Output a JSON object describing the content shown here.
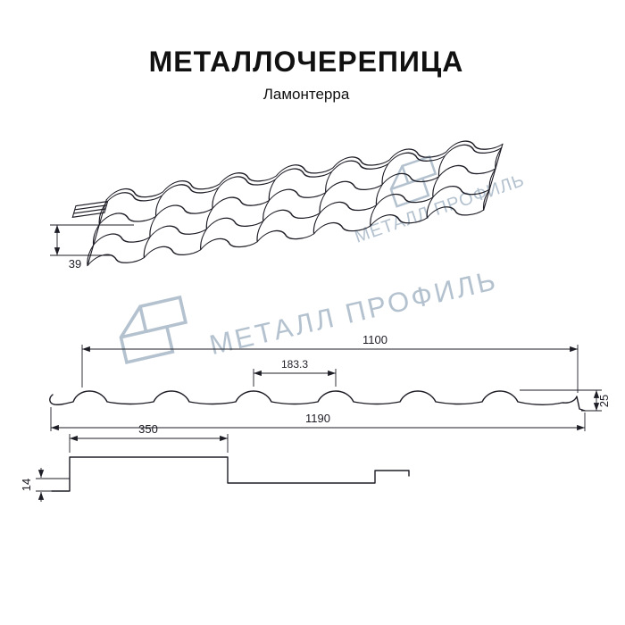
{
  "title": "МЕТАЛЛОЧЕРЕПИЦА",
  "subtitle": "Ламонтерра",
  "watermark": {
    "text": "МЕТАЛЛ ПРОФИЛЬ",
    "color": "#b4c2cf"
  },
  "colors": {
    "line": "#1d1d26"
  },
  "dims": {
    "profile_height": "39",
    "cover_width": "1100",
    "wave_step": "183.3",
    "wave_height": "25",
    "overall_width": "1190",
    "module_length": "350",
    "step_height": "14"
  }
}
